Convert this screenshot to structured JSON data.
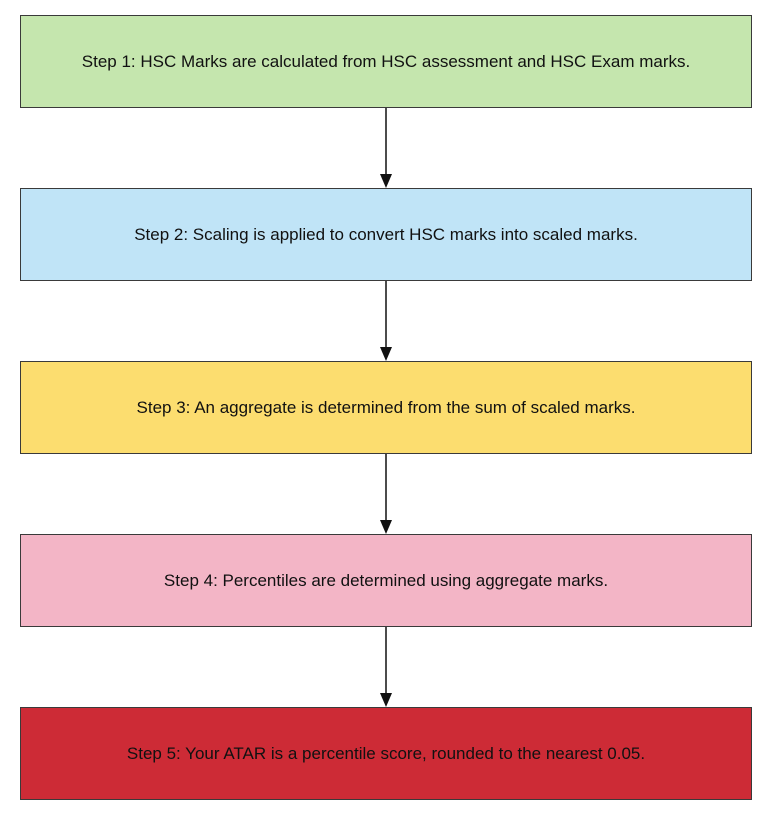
{
  "steps": [
    {
      "text": "Step 1: HSC Marks are calculated from HSC assessment and HSC Exam marks.",
      "color": "#c5e6ae"
    },
    {
      "text": "Step 2: Scaling is applied to convert HSC marks into scaled marks.",
      "color": "#c0e4f7"
    },
    {
      "text": "Step 3: An aggregate is determined from the sum of scaled marks.",
      "color": "#fcdd6f"
    },
    {
      "text": "Step 4: Percentiles are determined using aggregate marks.",
      "color": "#f3b5c6"
    },
    {
      "text": "Step 5: Your ATAR is a percentile score, rounded to the nearest 0.05.",
      "color": "#cd2b36"
    }
  ],
  "colors": {
    "border": "#3a3a3a",
    "arrow": "#111111"
  }
}
